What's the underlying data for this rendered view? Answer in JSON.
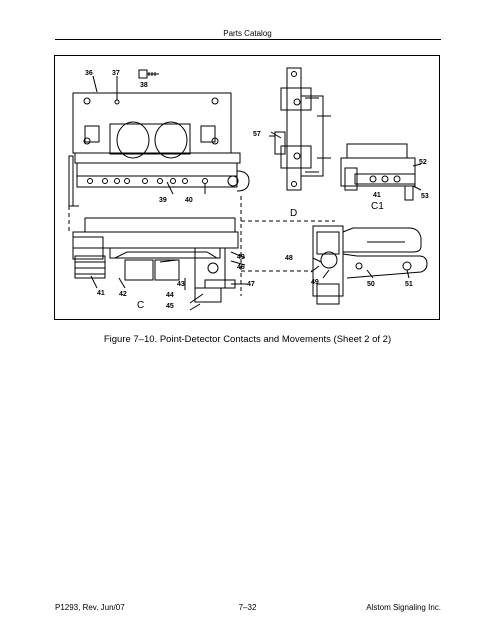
{
  "header": {
    "title": "Parts Catalog"
  },
  "figure": {
    "caption": "Figure 7–10. Point-Detector Contacts and Movements (Sheet 2 of 2)",
    "callouts": {
      "c36": "36",
      "c37": "37",
      "c38": "38",
      "c39": "39",
      "c40": "40",
      "c41a": "41",
      "c41b": "41",
      "c42": "42",
      "c43": "43",
      "c44": "44",
      "c45": "45",
      "c46": "46",
      "c47": "47",
      "c48": "48",
      "c49a": "49",
      "c49b": "49",
      "c50": "50",
      "c51": "51",
      "c52": "52",
      "c53": "53",
      "c57": "57"
    },
    "views": {
      "view_c": "C",
      "view_d": "D",
      "view_c1": "C1"
    }
  },
  "footer": {
    "left": "P1293, Rev. Jun/07",
    "center": "7–32",
    "right": "Alstom Signaling Inc."
  }
}
